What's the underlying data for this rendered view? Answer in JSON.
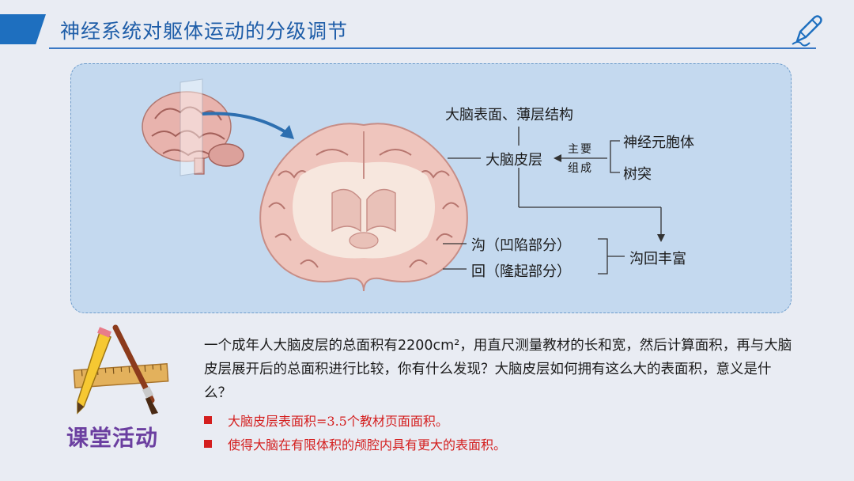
{
  "header": {
    "title": "神经系统对躯体运动的分级调节"
  },
  "diagram": {
    "surface_label": "大脑表面、薄层结构",
    "cortex_label": "大脑皮层",
    "composition_top": "主要",
    "composition_bottom": "组成",
    "neuron_body": "神经元胞体",
    "dendrite": "树突",
    "sulcus": "沟（凹陷部分）",
    "gyrus": "回（隆起部分）",
    "rich_folds": "沟回丰富"
  },
  "activity": {
    "label": "课堂活动",
    "question": "一个成年人大脑皮层的总面积有2200cm²，用直尺测量教材的长和宽，然后计算面积，再与大脑皮层展开后的总面积进行比较，你有什么发现？大脑皮层如何拥有这么大的表面积，意义是什么？",
    "answers": [
      "大脑皮层表面积=3.5个教材页面面积。",
      "使得大脑在有限体积的颅腔内具有更大的表面积。"
    ]
  },
  "colors": {
    "title": "#1e5da8",
    "panel": "#c4d9ef",
    "answer": "#d41e1e",
    "activity_label": "#6b3fa0"
  },
  "icons": [
    "pencil-icon",
    "brain-side-icon",
    "brain-section-icon",
    "ruler-pencil-brush-icon"
  ]
}
